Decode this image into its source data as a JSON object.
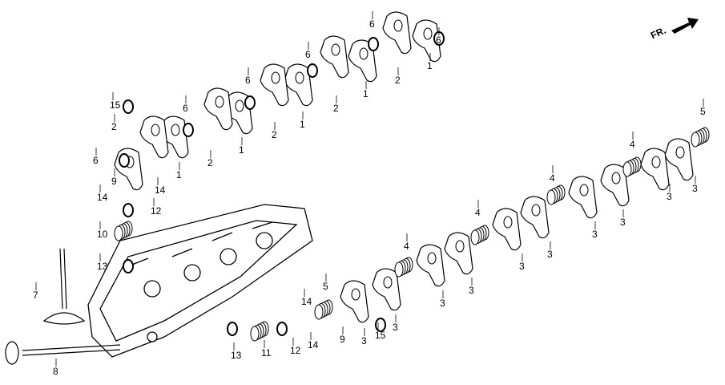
{
  "direction_marker": "FR.",
  "callouts": [
    "6",
    "1",
    "6",
    "2",
    "1",
    "6",
    "2",
    "1",
    "6",
    "2",
    "1",
    "6",
    "2",
    "1",
    "15",
    "2",
    "6",
    "9",
    "14",
    "14",
    "12",
    "10",
    "13",
    "7",
    "8",
    "5",
    "4",
    "3",
    "3",
    "3",
    "3",
    "4",
    "3",
    "4",
    "3",
    "3",
    "4",
    "3",
    "3",
    "5",
    "3",
    "15",
    "9",
    "14",
    "14",
    "12",
    "11",
    "13"
  ]
}
